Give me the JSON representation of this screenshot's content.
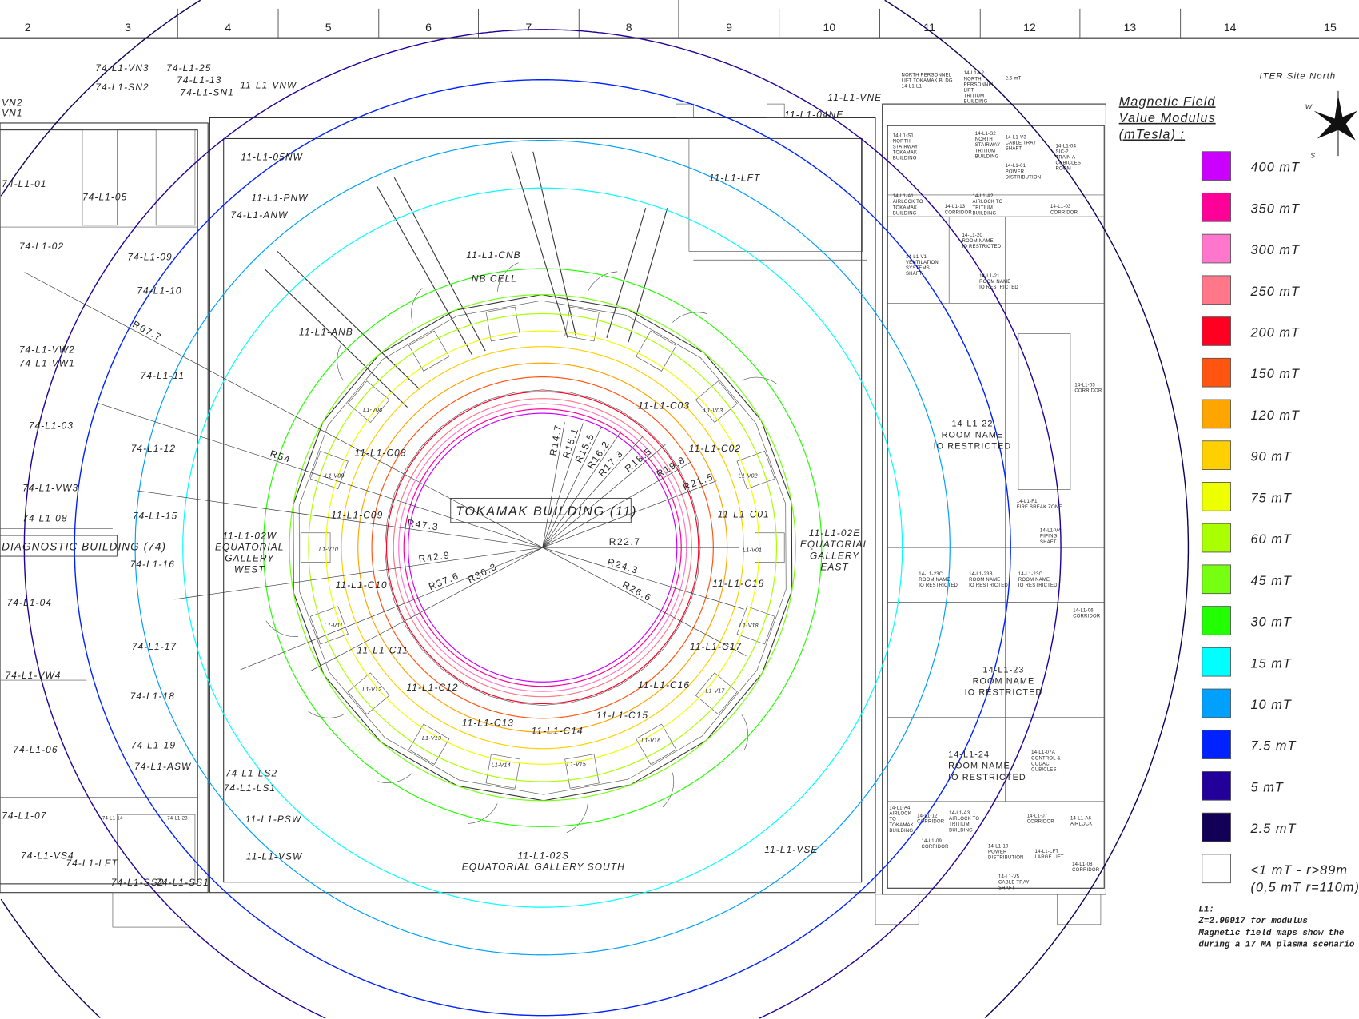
{
  "ruler": [
    "2",
    "3",
    "4",
    "5",
    "6",
    "7",
    "8",
    "9",
    "10",
    "11",
    "12",
    "13",
    "14",
    "15"
  ],
  "title": "TOKAMAK BUILDING (11)",
  "diagnostic_building": "DIAGNOSTIC BUILDING (74)",
  "north_label": "ITER Site North",
  "compass": {
    "w": "W",
    "s": "S"
  },
  "legend": {
    "title": [
      "Magnetic Field",
      "Value Modulus",
      "(mTesla) :"
    ],
    "items": [
      {
        "label": "400 mT",
        "color": "#cc00ff"
      },
      {
        "label": "350 mT",
        "color": "#ff0099"
      },
      {
        "label": "300 mT",
        "color": "#ff77cc"
      },
      {
        "label": "250 mT",
        "color": "#ff7788"
      },
      {
        "label": "200 mT",
        "color": "#ff0022"
      },
      {
        "label": "150 mT",
        "color": "#ff5511"
      },
      {
        "label": "120 mT",
        "color": "#ffa500"
      },
      {
        "label": "90 mT",
        "color": "#ffd000"
      },
      {
        "label": "75 mT",
        "color": "#eeff00"
      },
      {
        "label": "60 mT",
        "color": "#aaff00"
      },
      {
        "label": "45 mT",
        "color": "#77ff11"
      },
      {
        "label": "30 mT",
        "color": "#22ff00"
      },
      {
        "label": "15 mT",
        "color": "#00ffff"
      },
      {
        "label": "10 mT",
        "color": "#00a0ff"
      },
      {
        "label": "7.5 mT",
        "color": "#0022ff"
      },
      {
        "label": "5 mT",
        "color": "#220099"
      },
      {
        "label": "2.5 mT",
        "color": "#110055"
      },
      {
        "label": "<1 mT - r>89m",
        "label2": "(0,5 mT r=110m)",
        "color": "#ffffff"
      }
    ]
  },
  "notes": [
    "L1:",
    "Z=2.90917 for modulus",
    "Magnetic field maps show the",
    "during a 17 MA plasma scenario"
  ],
  "radii": [
    "R14.7",
    "R15.1",
    "R15.5",
    "R16.2",
    "R17.3",
    "R18.5",
    "R19.8",
    "R21.5",
    "R22.7",
    "R24.3",
    "R26.6",
    "R30.3",
    "R37.6",
    "R42.9",
    "R47.3",
    "R54",
    "R67.7"
  ],
  "rooms": [
    "74-L1-VN3",
    "74-L1-25",
    "74-L1-SN2",
    "74-L1-13",
    "74-L1-SN1",
    "11-L1-VNW",
    "VN2",
    "VN1",
    "74-L1-01",
    "74-L1-05",
    "11-L1-05NW",
    "11-L1-PNW",
    "74-L1-ANW",
    "74-L1-02",
    "74-L1-09",
    "74-L1-10",
    "74-L1-VW2",
    "74-L1-VW1",
    "74-L1-11",
    "74-L1-03",
    "74-L1-12",
    "74-L1-VW3",
    "74-L1-08",
    "74-L1-15",
    "74-L1-16",
    "74-L1-04",
    "74-L1-17",
    "74-L1-VW4",
    "74-L1-18",
    "74-L1-06",
    "74-L1-19",
    "74-L1-ASW",
    "74-L1-LS2",
    "74-L1-LS1",
    "74-L1-07",
    "11-L1-PSW",
    "11-L1-VSW",
    "74-L1-VS4",
    "74-L1-LFT",
    "74-L1-SS2",
    "74-L1-SS1",
    "11-L1-CNB",
    "NB CELL",
    "11-L1-ANB",
    "11-L1-LFT",
    "11-L1-04NE",
    "11-L1-VNE",
    "11-L1-C03",
    "L1-V03",
    "11-L1-C02",
    "L1-V02",
    "11-L1-C01",
    "L1-V01",
    "11-L1-C18",
    "L1-V18",
    "11-L1-C17",
    "L1-V17",
    "11-L1-C16",
    "L1-V16",
    "11-L1-C15",
    "L1-V15",
    "11-L1-C14",
    "L1-V14",
    "11-L1-C13",
    "L1-V13",
    "11-L1-C12",
    "L1-V12",
    "11-L1-C11",
    "L1-V11",
    "11-L1-C10",
    "L1-V10",
    "11-L1-C09",
    "L1-V09",
    "11-L1-C08",
    "L1-V08",
    "11-L1-02W\nEQUATORIAL\nGALLERY\nWEST",
    "11-L1-02E\nEQUATORIAL\nGALLERY\nEAST",
    "11-L1-02S\nEQUATORIAL GALLERY SOUTH",
    "11-L1-VSE",
    "14-L1-22\nROOM NAME\nIO RESTRICTED",
    "14-L1-23\nROOM NAME\nIO RESTRICTED",
    "14-L1-24\nROOM NAME\nIO RESTRICTED"
  ],
  "small_rooms": [
    "NORTH PERSONNEL\nLIFT TOKAMAK BLDG\n14-L1-L1",
    "14-L1-L2\nNORTH\nPERSONNEL\nLIFT\nTRITIUM\nBUILDING",
    "2.5 mT",
    "14-L1-S1\nNORTH\nSTAIRWAY\nTOKAMAK\nBUILDING",
    "14-L1-S2\nNORTH\nSTAIRWAY\nTRITIUM\nBUILDING",
    "14-L1-V3\nCABLE TRAY\nSHAFT",
    "14-L1-01\nPOWER\nDISTRIBUTION",
    "14-L1-04\nSIC-2\nTRAIN A\nCUBICLES\nROOM",
    "14-L1-A1\nAIRLOCK TO\nTOKAMAK\nBUILDING",
    "14-L1-13\nCORRIDOR",
    "14-L1-A2\nAIRLOCK TO\nTRITIUM\nBUILDING",
    "14-L1-03\nCORRIDOR",
    "14-L1-20\nROOM NAME\nIO RESTRICTED",
    "14-L1-V1\nVENTILATION\nSYSTEMS\nSHAFT",
    "14-L1-21\nROOM NAME\nIO RESTRICTED",
    "14-L1-05\nCORRIDOR",
    "14-L1-F1\nFIRE BREAK ZONE",
    "14-L1-V4\nPIPING\nSHAFT",
    "14-L1-23C\nROOM NAME\nIO RESTRICTED",
    "14-L1-23B\nROOM NAME\nIO RESTRICTED",
    "14-L1-23C\nROOM NAME\nIO RESTRICTED",
    "14-L1-06\nCORRIDOR",
    "14-L1-07A\nCONTROL &\nCODAC\nCUBICLES",
    "14-L1-07\nCORRIDOR",
    "14-L1-A6\nAIRLOCK",
    "14-L1-LFT\nLARGE LIFT",
    "14-L1-08\nCORRIDOR",
    "14-L1-10\nPOWER\nDISTRIBUTION",
    "14-L1-09\nCORRIDOR",
    "14-L1-12\nCORRIDOR",
    "14-L1-A3\nAIRLOCK TO\nTRITIUM\nBUILDING",
    "14-L1-A4\nAIRLOCK\nTO\nTOKAMAK\nBUILDING",
    "14-L1-V5\nCABLE TRAY\nSHAFT",
    "74-L1-14",
    "74-L1-23"
  ]
}
